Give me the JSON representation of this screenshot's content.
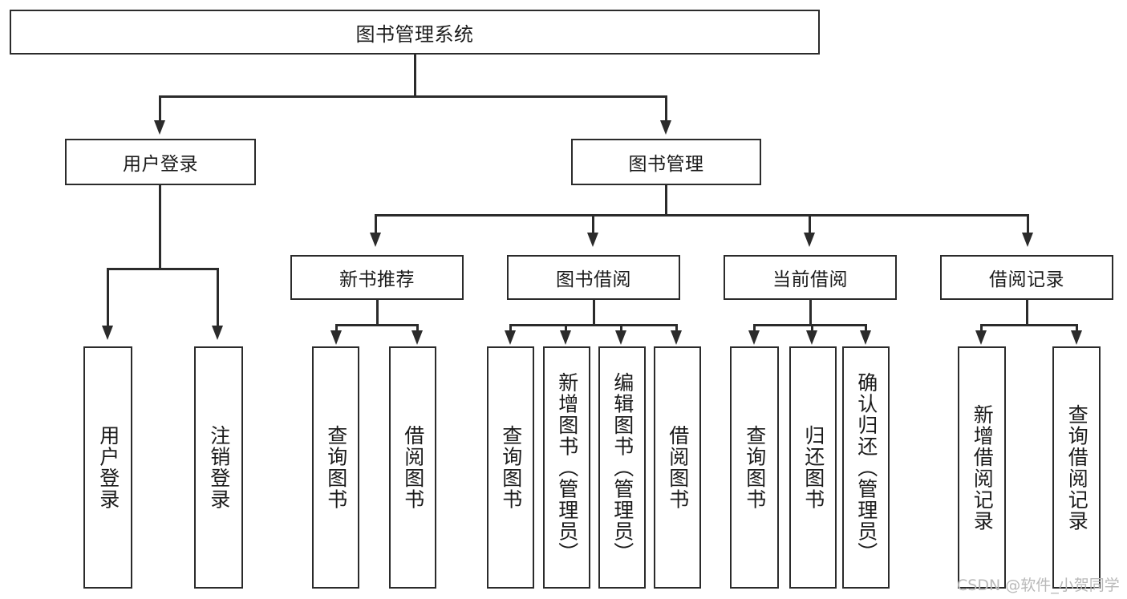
{
  "diagram": {
    "type": "tree-hierarchy",
    "title": "图书管理系统",
    "colors": {
      "stroke": "#2b2b2b",
      "fill": "#ffffff",
      "text": "#1b1b1b",
      "watermark": "#b9b9b9"
    },
    "root": {
      "label": "图书管理系统"
    },
    "level1": [
      {
        "label": "用户登录"
      },
      {
        "label": "图书管理"
      }
    ],
    "level2": [
      {
        "label": "新书推荐"
      },
      {
        "label": "图书借阅"
      },
      {
        "label": "当前借阅"
      },
      {
        "label": "借阅记录"
      }
    ],
    "leaves": {
      "user_login": [
        {
          "label": "用户登录"
        },
        {
          "label": "注销登录"
        }
      ],
      "new_book_recommend": [
        {
          "label": "查询图书"
        },
        {
          "label": "借阅图书"
        }
      ],
      "book_borrow": [
        {
          "label": "查询图书"
        },
        {
          "label": "新增图书（管理员）"
        },
        {
          "label": "编辑图书（管理员）"
        },
        {
          "label": "借阅图书"
        }
      ],
      "current_borrow": [
        {
          "label": "查询图书"
        },
        {
          "label": "归还图书"
        },
        {
          "label": "确认归还（管理员）"
        }
      ],
      "borrow_records": [
        {
          "label": "新增借阅记录"
        },
        {
          "label": "查询借阅记录"
        }
      ]
    }
  },
  "watermark": {
    "text": "CSDN @软件_小贺同学"
  }
}
